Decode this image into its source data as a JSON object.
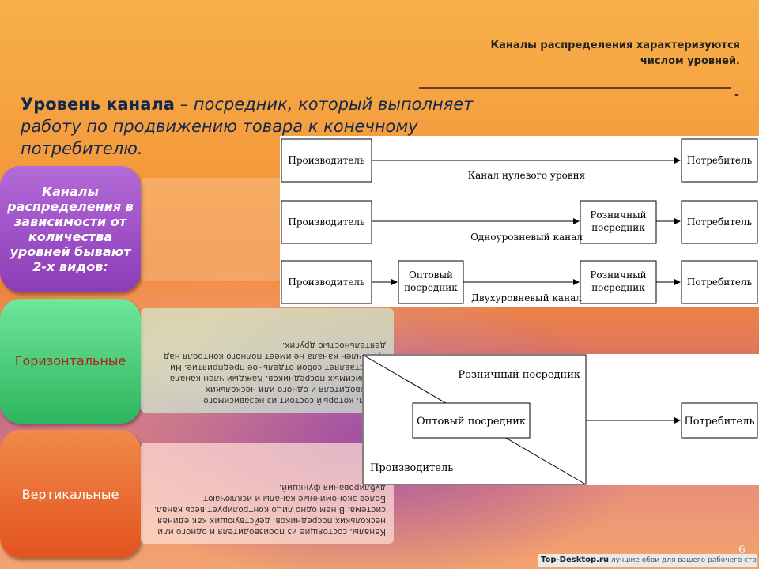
{
  "header": {
    "title_line1": "Каналы распределения характеризуются",
    "title_line2": "числом уровней.",
    "dash": "-"
  },
  "intro": {
    "term": "Уровень канала",
    "rest": " – посредник, который выполняет работу по продвижению товара к конечному потребителю."
  },
  "boxes": {
    "purple": "Каналы распределения в зависимости от количества уровней бывают 2-х видов:",
    "green": "Горизонтальные",
    "orange": "Вертикальные"
  },
  "descriptions": {
    "green": "Канал, который состоит из независимого производителя и одного или нескольких независимых посредников. Каждый член канала представляет собой отдельное предприятие. Ни один член канала не имеет полного контроля над деятельностью других.",
    "orange": "Каналы, состоящие из производителя и одного или нескольких посредников, действующих как единая система. В нем одно лицо контролирует весь канал. Более экономичные каналы и исключают дублирования функций."
  },
  "diagram1": {
    "producer": "Производитель",
    "consumer": "Потребитель",
    "retail": "Розничный посредник",
    "wholesale": "Оптовый посредник",
    "zero_level": "Канал нулевого уровня",
    "one_level": "Одноуровневый канал",
    "two_level": "Двухуровневый канал"
  },
  "diagram2": {
    "retail": "Розничный посредник",
    "wholesale": "Оптовый посредник",
    "consumer": "Потребитель",
    "producer": "Производитель"
  },
  "footer": {
    "site": "Top-Desktop.ru",
    "tagline": "лучшие обои для вашего рабочего стола",
    "slide_number": "6"
  }
}
